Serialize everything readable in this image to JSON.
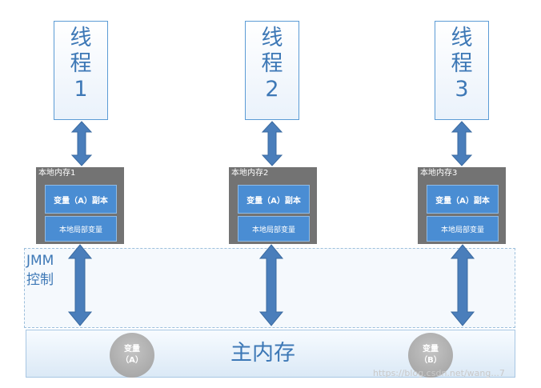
{
  "threads": [
    {
      "chars": [
        "线",
        "程",
        "1"
      ]
    },
    {
      "chars": [
        "线",
        "程",
        "2"
      ]
    },
    {
      "chars": [
        "线",
        "程",
        "3"
      ]
    }
  ],
  "local_memories": [
    {
      "title": "本地内存1",
      "copy_label": "变量（A）副本",
      "local_label": "本地局部变量"
    },
    {
      "title": "本地内存2",
      "copy_label": "变量（A）副本",
      "local_label": "本地局部变量"
    },
    {
      "title": "本地内存3",
      "copy_label": "变量（A）副本",
      "local_label": "本地局部变量"
    }
  ],
  "jmm": {
    "line1": "JMM",
    "line2": "控制"
  },
  "main_memory": {
    "label": "主内存"
  },
  "variables": [
    {
      "line1": "变量",
      "line2": "（A）"
    },
    {
      "line1": "变量",
      "line2": "（B）"
    }
  ],
  "watermark": "https://blog.csdn.net/wang...7",
  "colors": {
    "arrow": "#4a7ebb",
    "accent_text": "#3d78b6",
    "memory_box": "#737373",
    "cell": "#4a8dd3"
  }
}
